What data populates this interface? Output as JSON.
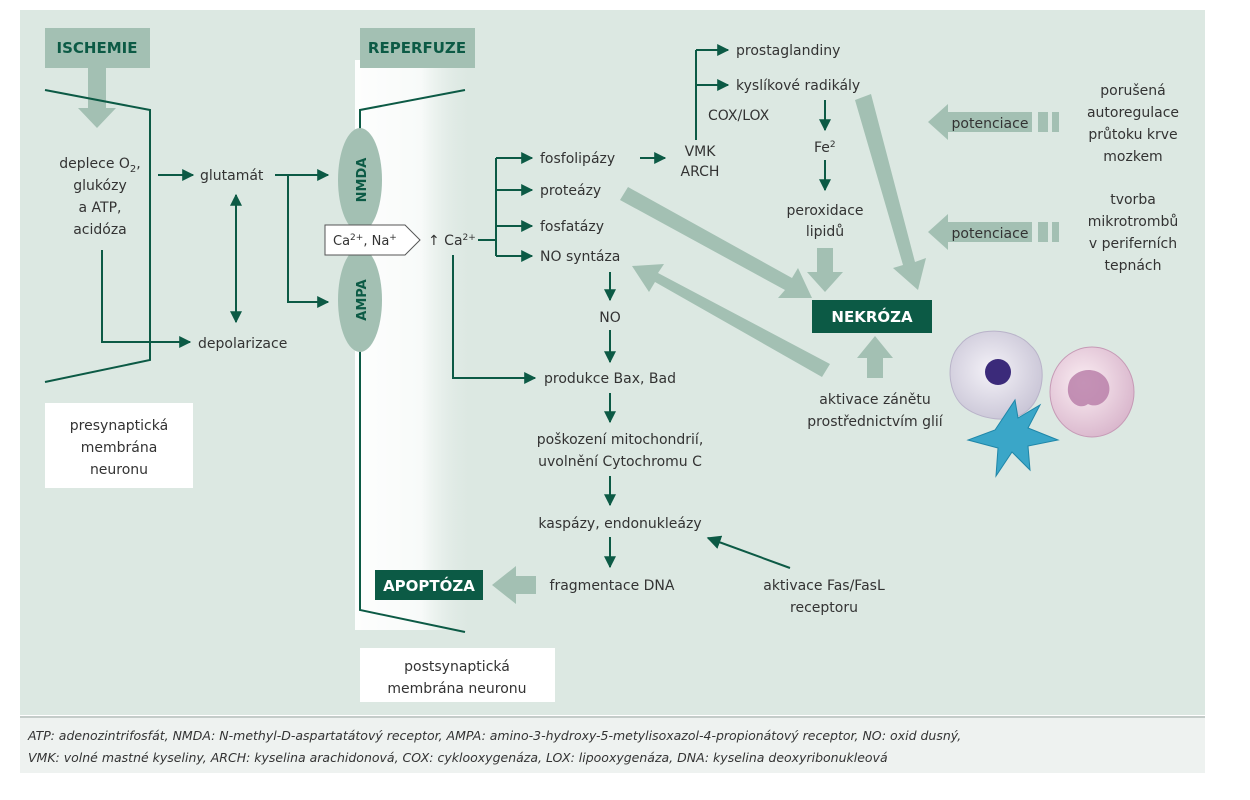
{
  "colors": {
    "panel_bg": "#dce8e2",
    "dark_green": "#0c5a45",
    "arrow_pale": "#a3c0b3",
    "text": "#333333",
    "footer_bg": "#eef2f0",
    "white": "#ffffff"
  },
  "headers": {
    "ischemie": "ISCHEMIE",
    "reperfuze": "REPERFUZE"
  },
  "badges": {
    "nekroza": "NEKRÓZA",
    "apoptoza": "APOPTÓZA"
  },
  "receptors": {
    "nmda": "NMDA",
    "ampa": "AMPA"
  },
  "presynaptic": {
    "deplece_line1": "deplece O",
    "deplece_sub": "2",
    "deplece_comma": ",",
    "line2": "glukózy",
    "line3": "a ATP,",
    "line4": "acidóza",
    "glutamat": "glutamát",
    "depolarizace": "depolarizace",
    "membrane_label": [
      "presynaptická",
      "membrána",
      "neuronu"
    ]
  },
  "channel": {
    "ca": "Ca",
    "ca_sup": "2+",
    "sep": ", Na",
    "na_sup": "+",
    "ca_rise": "↑ Ca",
    "ca_rise_sup": "2+"
  },
  "enzymes": {
    "fosfolipazy": "fosfolipázy",
    "proteazy": "proteázy",
    "fosfatazy": "fosfatázy",
    "no_syntaza": "NO syntáza"
  },
  "lipid_path": {
    "prostaglandiny": "prostaglandiny",
    "kyslikove_radikaly": "kyslíkové radikály",
    "cox_lox": "COX/LOX",
    "vmk": "VMK",
    "arch": "ARCH",
    "fe": "Fe",
    "fe_sup": "2",
    "peroxidace": "peroxidace",
    "lipidu": "lipidů"
  },
  "potenciace": {
    "label": "potenciace",
    "label2": "potenciace",
    "right_text_1": [
      "porušená",
      "autoregulace",
      "průtoku krve",
      "mozkem"
    ],
    "right_text_2": [
      "tvorba",
      "mikrotrombů",
      "v periferních",
      "tepnách"
    ]
  },
  "apoptosis_path": {
    "no": "NO",
    "bax": "produkce Bax, Bad",
    "mito_1": "poškození mitochondrií,",
    "mito_2": "uvolnění Cytochromu C",
    "kaspazy": "kaspázy, endonukleázy",
    "fragmentace": "fragmentace DNA",
    "fas_1": "aktivace Fas/FasL",
    "fas_2": "receptoru"
  },
  "inflammation": {
    "line1": "aktivace zánětu",
    "line2": "prostřednictvím glií"
  },
  "postsynaptic": {
    "line1": "postsynaptická",
    "line2": "membrána neuronu"
  },
  "footer": {
    "line1": "ATP: adenozintrifosfát, NMDA: N-methyl-D-aspartatátový receptor, AMPA: amino-3-hydroxy-5-metylisoxazol-4-propionátový receptor, NO: oxid dusný,",
    "line2": "VMK: volné mastné kyseliny, ARCH: kyselina arachidonová, COX: cyklooxygenáza, LOX: lipooxygenáza, DNA: kyselina deoxyribonukleová"
  }
}
